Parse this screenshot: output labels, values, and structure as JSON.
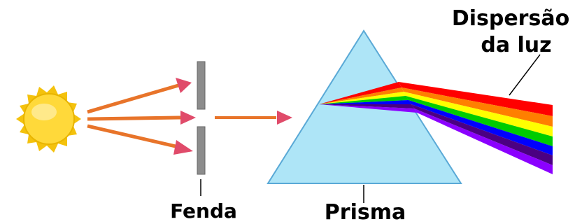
{
  "labels": {
    "slit": "Fenda",
    "prism": "Prisma",
    "dispersion_line1": "Dispersão",
    "dispersion_line2": "da luz"
  },
  "spectrum_colors": [
    "#ff0000",
    "#ff7f00",
    "#ffff00",
    "#00cc00",
    "#0000ff",
    "#4b0082",
    "#8b00ff"
  ],
  "colors": {
    "sun_fill": "#ffd93a",
    "sun_rays": "#f4c20d",
    "light_beam": "#e8742a",
    "arrow_head": "#e04b6a",
    "slit": "#8c8c8c",
    "prism_fill": "#aee5f7",
    "prism_stroke": "#5aa9d6"
  }
}
